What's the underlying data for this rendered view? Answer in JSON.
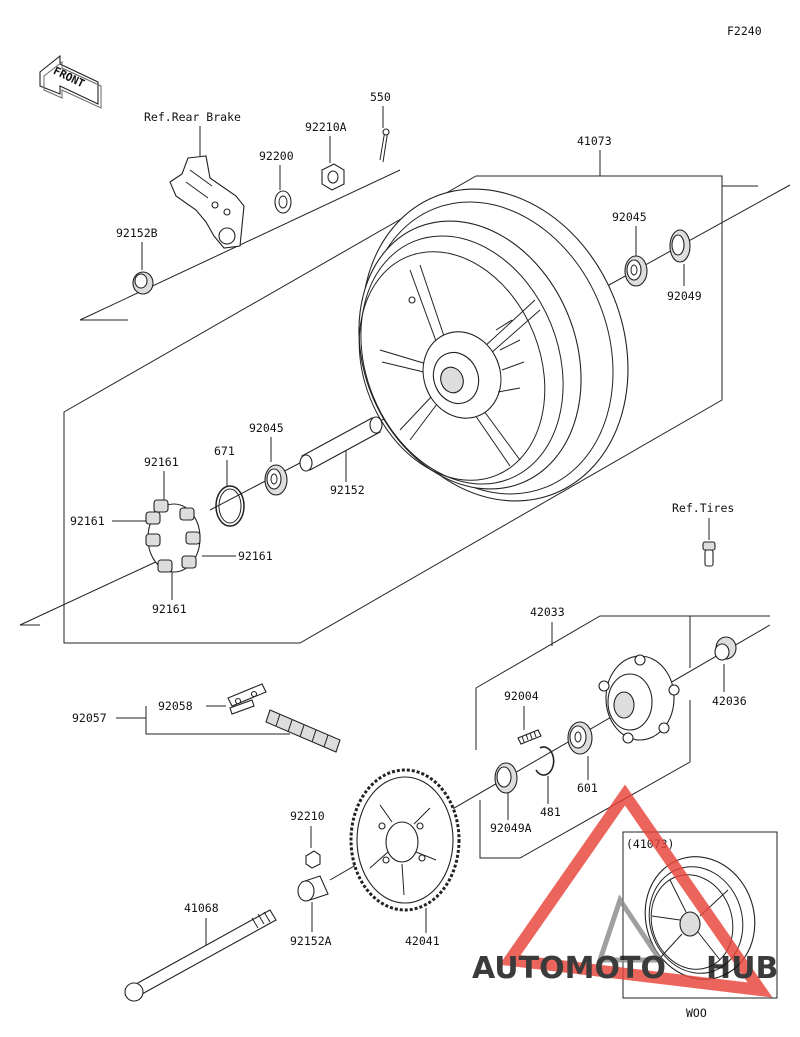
{
  "diagram": {
    "code": "F2240",
    "front_label": "FRONT",
    "ref_rear_brake": "Ref.Rear Brake",
    "ref_tires": "Ref.Tires",
    "parts": {
      "p550": "550",
      "p92210A": "92210A",
      "p92200": "92200",
      "p41073": "41073",
      "p92152B": "92152B",
      "p92045_top": "92045",
      "p92049": "92049",
      "p92161_top": "92161",
      "p671": "671",
      "p92045_mid": "92045",
      "p92161_left": "92161",
      "p92152": "92152",
      "p92161_right": "92161",
      "p92161_bottom": "92161",
      "p42033": "42033",
      "p92058": "92058",
      "p92057": "92057",
      "p92004": "92004",
      "p42036": "42036",
      "p601": "601",
      "p481": "481",
      "p92049A": "92049A",
      "p92210": "92210",
      "p41068": "41068",
      "p92152A": "92152A",
      "p42041": "42041"
    },
    "inset": {
      "ref": "(41073)",
      "code": "WOO"
    }
  },
  "watermark": {
    "text_left": "AUTOMOTO",
    "text_right": "HUB",
    "color_orange": "#f5a623",
    "color_red": "#e8443a",
    "color_gray": "#8a8a8a"
  }
}
